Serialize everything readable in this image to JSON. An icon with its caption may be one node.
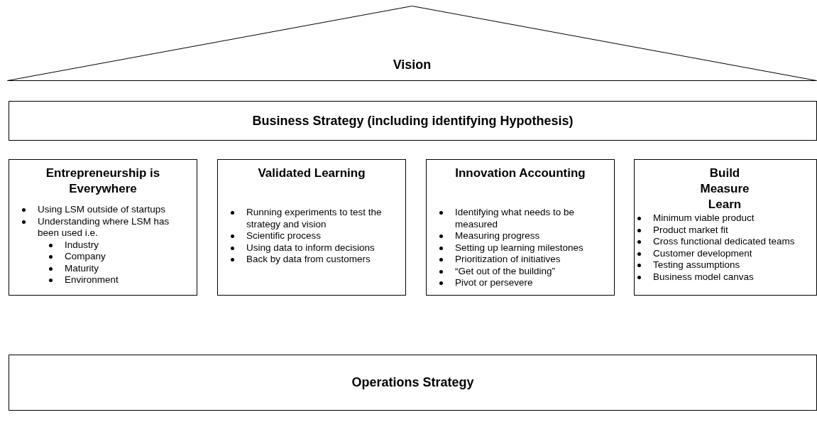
{
  "diagram": {
    "nodes": [
      {
        "text": [
          "Vision"
        ]
      },
      {
        "text": [
          "Business Strategy (including identifying Hypothesis)"
        ]
      },
      {
        "text": [
          "Entrepreneurship is Everywhere",
          "Using LSM outside of startups",
          "Understanding where LSM has been used i.e.",
          "Industry",
          "Company",
          "Maturity",
          "Environment"
        ]
      },
      {
        "text": [
          "Validated Learning",
          "Running experiments to test the strategy and vision",
          "Scientific process",
          "Using data to inform decisions",
          "Back by data from customers"
        ]
      },
      {
        "text": [
          "Innovation Accounting",
          "Identifying what needs to be measured",
          "Measuring progress",
          "Setting up learning milestones",
          "Prioritization of initiatives",
          "“Get out of the building”",
          "Pivot or persevere"
        ]
      },
      {
        "text": [
          "Build Measure Learn",
          "Minimum viable product",
          "Product market fit",
          "Cross functional dedicated teams",
          "Customer development",
          "Testing assumptions",
          "Business model canvas"
        ]
      },
      {
        "text": [
          "Operations Strategy"
        ]
      }
    ]
  }
}
